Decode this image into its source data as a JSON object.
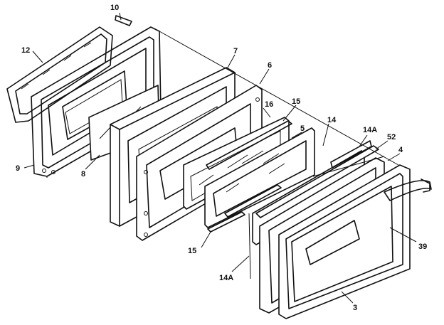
{
  "diagram": {
    "callouts": {
      "c10": "10",
      "c12": "12",
      "c9": "9",
      "c8": "8",
      "c7": "7",
      "c6": "6",
      "c15a": "15",
      "c16": "16",
      "c5": "5",
      "c14": "14",
      "c14a_top": "14A",
      "c52": "52",
      "c4": "4",
      "c39": "39",
      "c15b": "15",
      "c14a_bottom": "14A",
      "c3": "3"
    }
  }
}
